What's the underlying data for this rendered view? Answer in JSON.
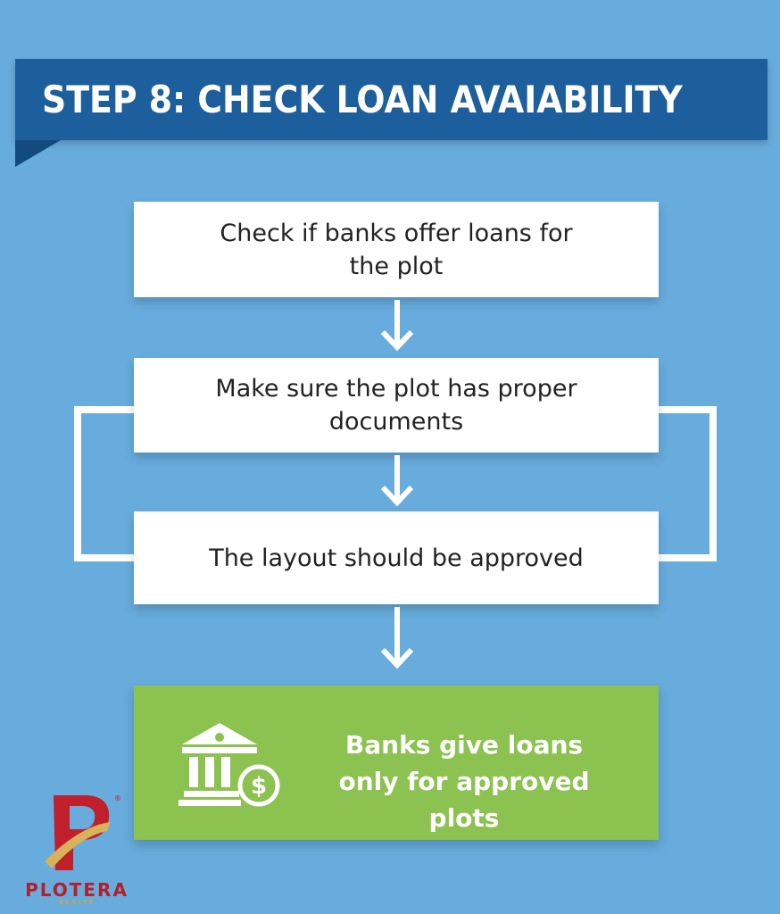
{
  "header": {
    "title": "STEP 8: CHECK LOAN AVAIABILITY"
  },
  "steps": [
    {
      "text": "Check if banks offer loans for the plot"
    },
    {
      "text": "Make sure the plot has proper documents"
    },
    {
      "text": "The layout should be approved"
    }
  ],
  "result": {
    "text": "Banks give loans only for approved plots",
    "icon": "bank-dollar-icon"
  },
  "logo": {
    "name": "PLOTERA",
    "sub": "REALTY"
  },
  "colors": {
    "background": "#67acdd",
    "banner": "#1d5f9d",
    "result": "#8bc250"
  }
}
